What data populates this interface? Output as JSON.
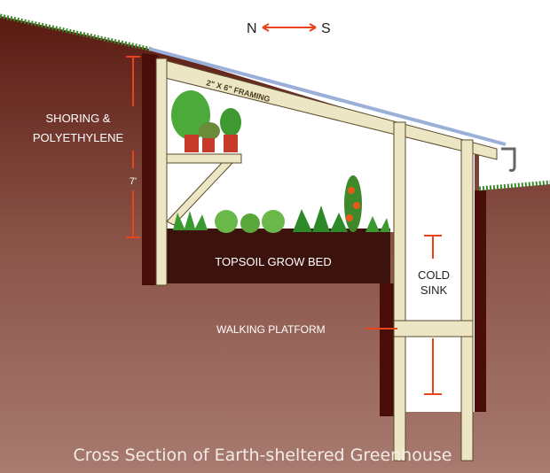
{
  "compass": {
    "north": "N",
    "south": "S"
  },
  "labels": {
    "shoring_line1": "SHORING &",
    "shoring_line2": "POLYETHYLENE",
    "height": "7'",
    "framing": "2\" X 6\" FRAMING",
    "topsoil": "TOPSOIL GROW BED",
    "cold_sink_line1": "COLD",
    "cold_sink_line2": "SINK",
    "walking_platform": "WALKING PLATFORM"
  },
  "caption": "Cross Section of Earth-sheltered Greenhouse",
  "colors": {
    "earth": "#9a685c",
    "dark_earth": "#4a0e0a",
    "soil": "#3b120c",
    "timber": "#ece6c4",
    "accent": "#e8441c",
    "grass": "#3a8a2a"
  }
}
